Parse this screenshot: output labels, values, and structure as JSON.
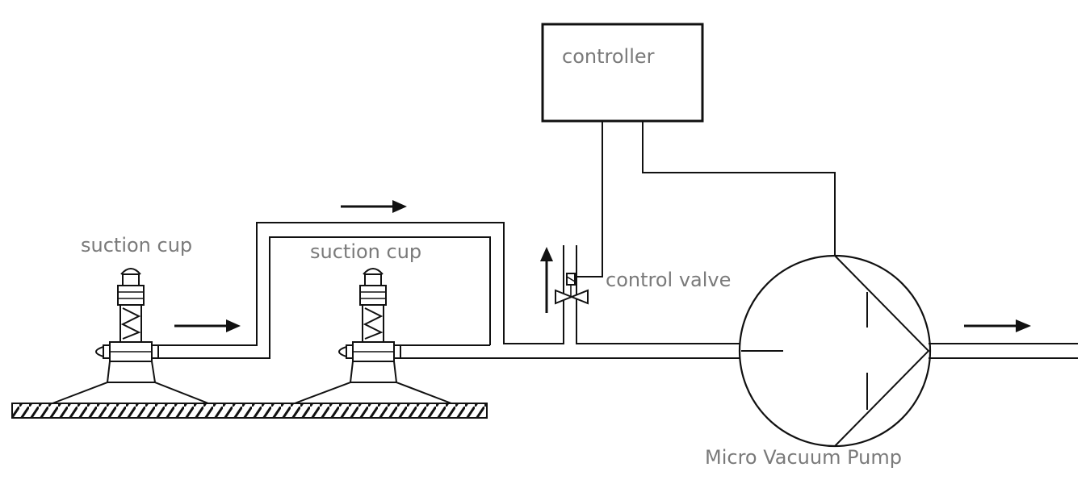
{
  "labels": {
    "controller": "controller",
    "suction_cup_1": "suction cup",
    "suction_cup_2": "suction cup",
    "control_valve": "control valve",
    "pump": "Micro Vacuum Pump"
  }
}
